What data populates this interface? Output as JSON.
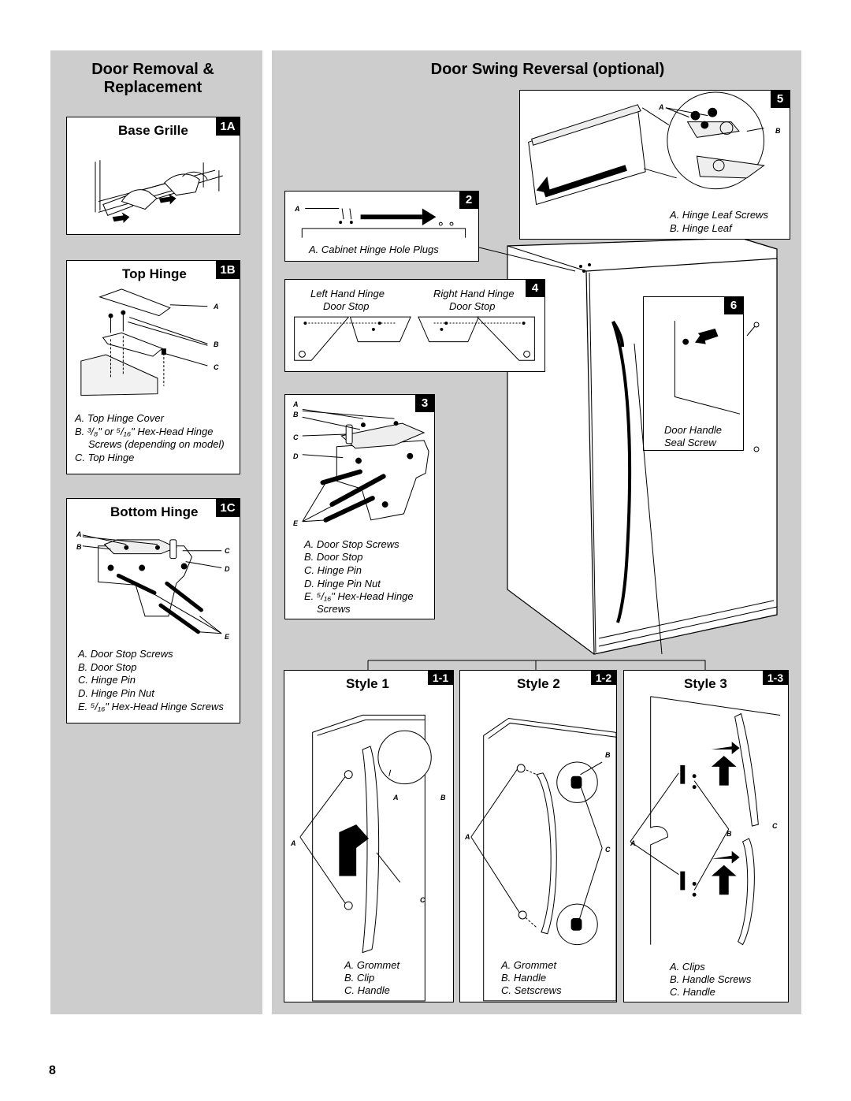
{
  "left_panel": {
    "title_line1": "Door Removal &",
    "title_line2": "Replacement",
    "base_grille": {
      "title": "Base Grille",
      "badge": "1A"
    },
    "top_hinge": {
      "title": "Top Hinge",
      "badge": "1B",
      "letters": [
        "A",
        "B",
        "C"
      ],
      "captions": [
        "A. Top Hinge Cover",
        "B. ³/₈\" or ⁵/₁₆\" Hex-Head Hinge",
        "Screws (depending on model)",
        "C. Top Hinge"
      ]
    },
    "bottom_hinge": {
      "title": "Bottom Hinge",
      "badge": "1C",
      "letters": [
        "A",
        "B",
        "C",
        "D",
        "E"
      ],
      "captions": [
        "A. Door Stop Screws",
        "B. Door Stop",
        "C. Hinge Pin",
        "D. Hinge Pin Nut",
        "E. ⁵/₁₆\" Hex-Head Hinge Screws"
      ]
    }
  },
  "right_panel": {
    "title": "Door Swing Reversal (optional)",
    "step2": {
      "badge": "2",
      "letter": "A",
      "caption": "A. Cabinet Hinge Hole Plugs"
    },
    "step3": {
      "badge": "3",
      "letters": [
        "A",
        "B",
        "C",
        "D",
        "E"
      ],
      "captions": [
        "A. Door Stop Screws",
        "B. Door Stop",
        "C. Hinge Pin",
        "D. Hinge Pin Nut",
        "E. ⁵/₁₆\" Hex-Head Hinge",
        "Screws"
      ]
    },
    "step4": {
      "badge": "4",
      "left_label": [
        "Left Hand Hinge",
        "Door Stop"
      ],
      "right_label": [
        "Right Hand Hinge",
        "Door Stop"
      ]
    },
    "step5": {
      "badge": "5",
      "letters": [
        "A",
        "B"
      ],
      "captions": [
        "A. Hinge Leaf Screws",
        "B. Hinge Leaf"
      ]
    },
    "step6": {
      "badge": "6",
      "captions": [
        "Door Handle",
        "Seal Screw"
      ]
    },
    "style1": {
      "title": "Style 1",
      "badge": "1-1",
      "letters": [
        "A",
        "B",
        "A",
        "C"
      ],
      "captions": [
        "A. Grommet",
        "B. Clip",
        "C. Handle"
      ]
    },
    "style2": {
      "title": "Style 2",
      "badge": "1-2",
      "letters": [
        "B",
        "A",
        "C"
      ],
      "captions": [
        "A. Grommet",
        "B. Handle",
        "C. Setscrews"
      ]
    },
    "style3": {
      "title": "Style 3",
      "badge": "1-3",
      "letters": [
        "C",
        "B",
        "A"
      ],
      "captions": [
        "A. Clips",
        "B. Handle Screws",
        "C. Handle"
      ]
    }
  },
  "page_number": "8"
}
